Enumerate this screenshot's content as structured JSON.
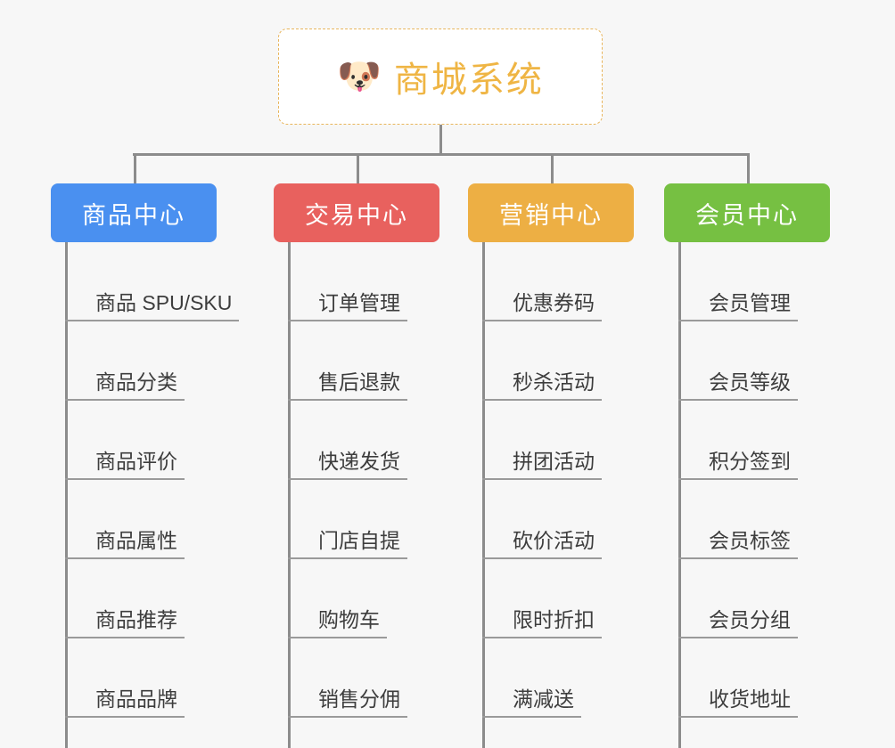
{
  "diagram": {
    "type": "organization-tree",
    "background_color": "#f7f7f7",
    "root": {
      "icon": "dog-face-icon",
      "icon_glyph": "🐶",
      "title": "商城系统",
      "text_color": "#efb544",
      "border_color": "#e8b55c",
      "background_color": "#ffffff"
    },
    "categories": [
      {
        "label": "商品中心",
        "color": "#4a90f0",
        "items": [
          "商品 SPU/SKU",
          "商品分类",
          "商品评价",
          "商品属性",
          "商品推荐",
          "商品品牌"
        ]
      },
      {
        "label": "交易中心",
        "color": "#e8615e",
        "items": [
          "订单管理",
          "售后退款",
          "快递发货",
          "门店自提",
          "购物车",
          "销售分佣"
        ]
      },
      {
        "label": "营销中心",
        "color": "#edaf44",
        "items": [
          "优惠券码",
          "秒杀活动",
          "拼团活动",
          "砍价活动",
          "限时折扣",
          "满减送"
        ]
      },
      {
        "label": "会员中心",
        "color": "#76c042",
        "items": [
          "会员管理",
          "会员等级",
          "积分签到",
          "会员标签",
          "会员分组",
          "收货地址"
        ]
      }
    ]
  }
}
